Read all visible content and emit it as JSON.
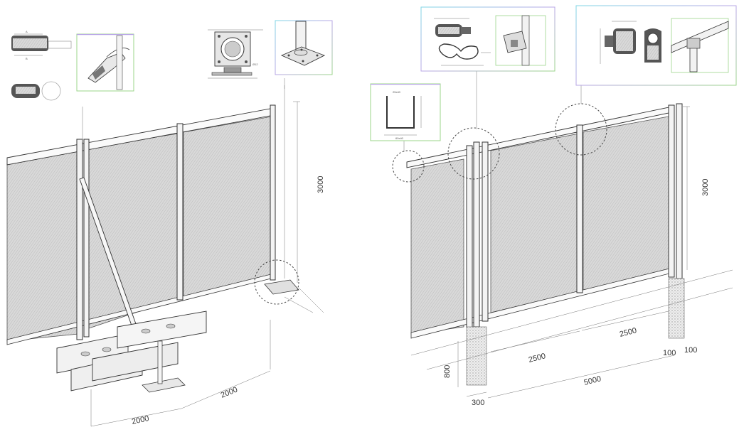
{
  "left_view": {
    "height_label": "3000",
    "width_label_right": "2000",
    "width_label_bottom": "2000"
  },
  "right_view": {
    "height_label": "3000",
    "panel_width_left": "2500",
    "panel_width_right": "2500",
    "total_width": "5000",
    "end_offset_left": "100",
    "end_offset_right": "100",
    "foundation_depth": "800",
    "foundation_width": "300"
  },
  "colors": {
    "frame_cyan": "#7fd6e6",
    "frame_green": "#9bd48a",
    "frame_purple": "#b8a6e6",
    "mesh_gray": "#cfcfcf",
    "line": "#444444"
  }
}
